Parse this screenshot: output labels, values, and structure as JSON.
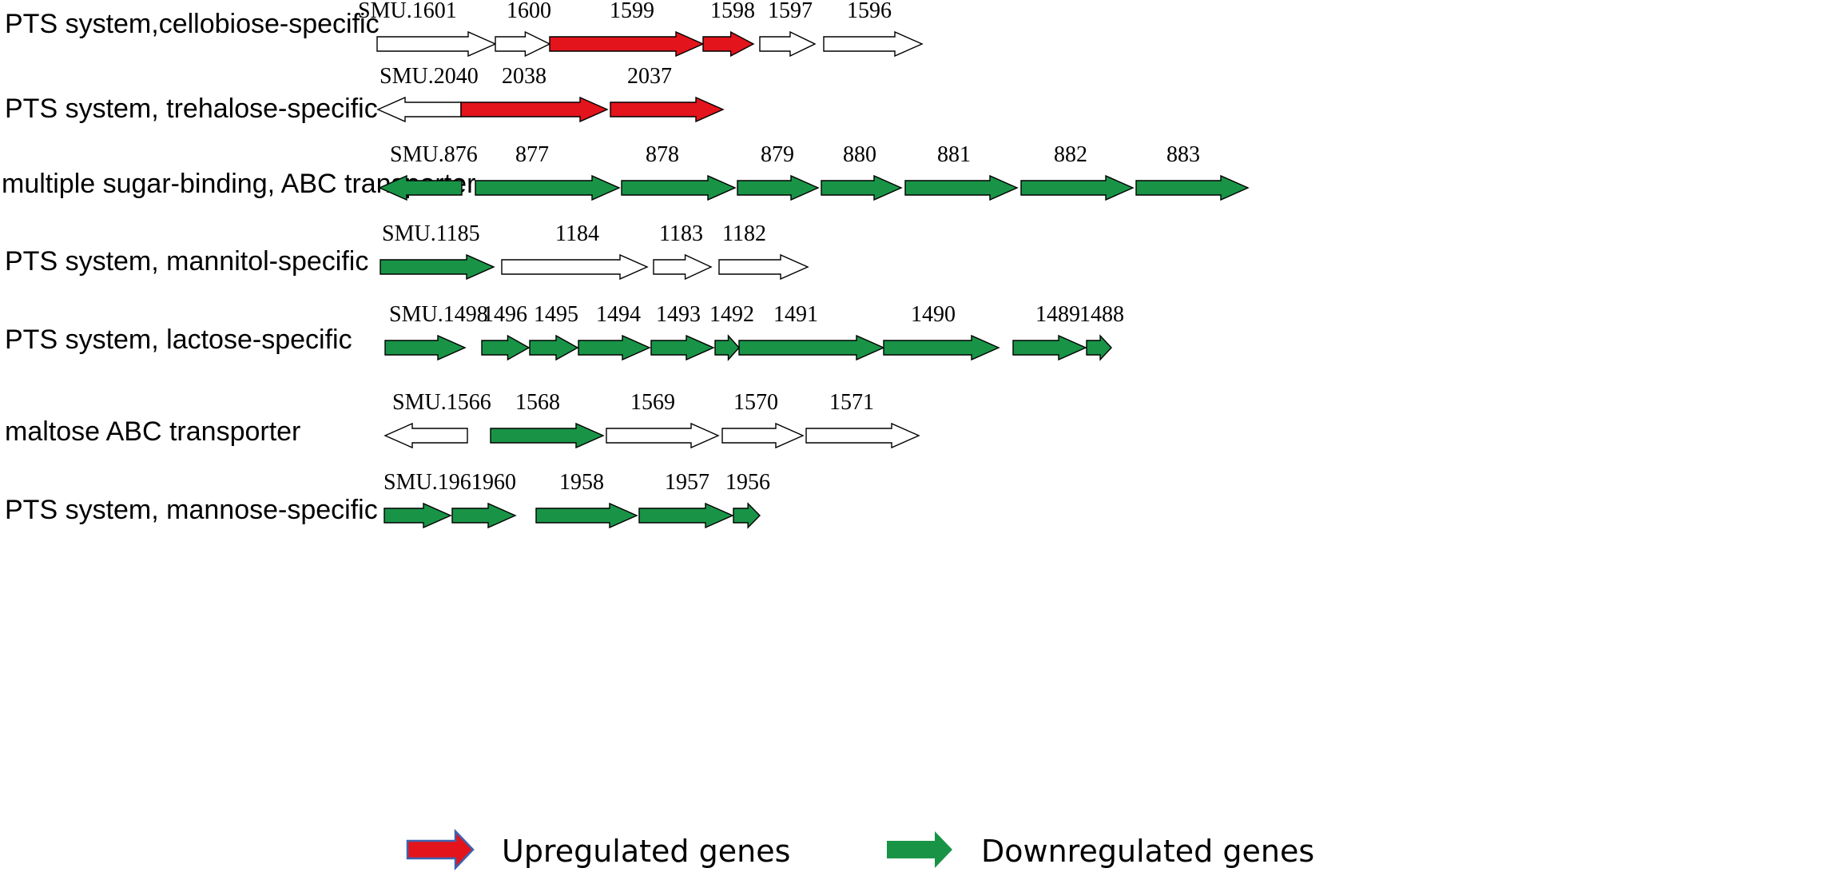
{
  "colors": {
    "up": "#e3141c",
    "down": "#199447",
    "none": "#ffffff",
    "stroke": "#000000",
    "legend_up_stroke": "#3c63b0"
  },
  "rows": [
    {
      "label": "PTS system,cellobiose-specific",
      "genes": [
        {
          "label": "SMU.1601",
          "status": "none",
          "direction": "right"
        },
        {
          "label": "1600",
          "status": "none",
          "direction": "right"
        },
        {
          "label": "1599",
          "status": "up",
          "direction": "right"
        },
        {
          "label": "1598",
          "status": "up",
          "direction": "right"
        },
        {
          "label": "1597",
          "status": "none",
          "direction": "right"
        },
        {
          "label": "1596",
          "status": "none",
          "direction": "right"
        }
      ]
    },
    {
      "label": "PTS system, trehalose-specific",
      "genes": [
        {
          "label": "SMU.2040",
          "status": "none",
          "direction": "left"
        },
        {
          "label": "2038",
          "status": "up",
          "direction": "right"
        },
        {
          "label": "2037",
          "status": "up",
          "direction": "right"
        }
      ]
    },
    {
      "label": "multiple sugar-binding, ABC transporter",
      "genes": [
        {
          "label": "SMU.876",
          "status": "down",
          "direction": "left"
        },
        {
          "label": "877",
          "status": "down",
          "direction": "right"
        },
        {
          "label": "878",
          "status": "down",
          "direction": "right"
        },
        {
          "label": "879",
          "status": "down",
          "direction": "right"
        },
        {
          "label": "880",
          "status": "down",
          "direction": "right"
        },
        {
          "label": "881",
          "status": "down",
          "direction": "right"
        },
        {
          "label": "882",
          "status": "down",
          "direction": "right"
        },
        {
          "label": "883",
          "status": "down",
          "direction": "right"
        }
      ]
    },
    {
      "label": "PTS system, mannitol-specific",
      "genes": [
        {
          "label": "SMU.1185",
          "status": "down",
          "direction": "right"
        },
        {
          "label": "1184",
          "status": "none",
          "direction": "right"
        },
        {
          "label": "1183",
          "status": "none",
          "direction": "right"
        },
        {
          "label": "1182",
          "status": "none",
          "direction": "right"
        }
      ]
    },
    {
      "label": "PTS system, lactose-specific",
      "genes": [
        {
          "label": "SMU.1498",
          "status": "down",
          "direction": "right"
        },
        {
          "label": "1496",
          "status": "down",
          "direction": "right"
        },
        {
          "label": "1495",
          "status": "down",
          "direction": "right"
        },
        {
          "label": "1494",
          "status": "down",
          "direction": "right"
        },
        {
          "label": "1493",
          "status": "down",
          "direction": "right"
        },
        {
          "label": "1492",
          "status": "down",
          "direction": "right"
        },
        {
          "label": "1491",
          "status": "down",
          "direction": "right"
        },
        {
          "label": "1490",
          "status": "down",
          "direction": "right"
        },
        {
          "label": "1489",
          "status": "down",
          "direction": "right"
        },
        {
          "label": "1488",
          "status": "down",
          "direction": "right"
        }
      ]
    },
    {
      "label": "maltose ABC transporter",
      "genes": [
        {
          "label": "SMU.1566",
          "status": "none",
          "direction": "left"
        },
        {
          "label": "1568",
          "status": "down",
          "direction": "right"
        },
        {
          "label": "1569",
          "status": "none",
          "direction": "right"
        },
        {
          "label": "1570",
          "status": "none",
          "direction": "right"
        },
        {
          "label": "1571",
          "status": "none",
          "direction": "right"
        }
      ]
    },
    {
      "label": "PTS system, mannose-specific",
      "genes": [
        {
          "label": "SMU.1961",
          "status": "down",
          "direction": "right"
        },
        {
          "label": "1960",
          "status": "down",
          "direction": "right"
        },
        {
          "label": "1958",
          "status": "down",
          "direction": "right"
        },
        {
          "label": "1957",
          "status": "down",
          "direction": "right"
        },
        {
          "label": "1956",
          "status": "down",
          "direction": "right"
        }
      ]
    }
  ],
  "legend": {
    "up_label": "Upregulated genes",
    "down_label": "Downregulated genes"
  }
}
